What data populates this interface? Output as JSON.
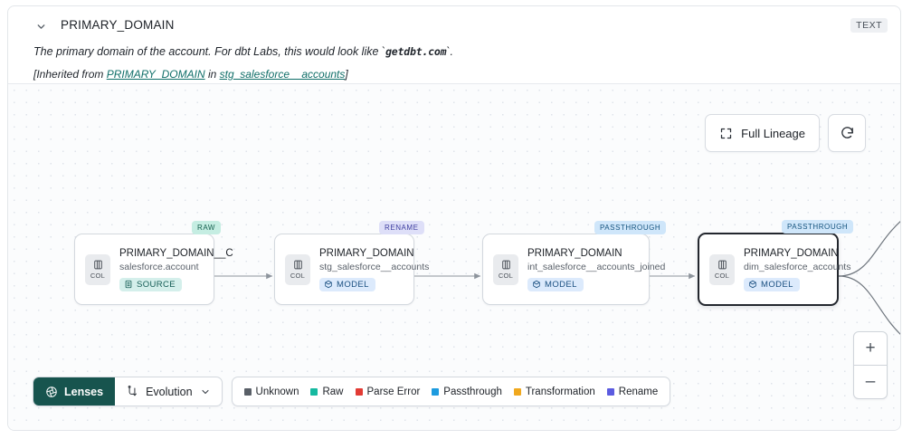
{
  "header": {
    "chevron_icon": "chevron-down-icon",
    "title": "PRIMARY_DOMAIN",
    "type_badge": "TEXT",
    "description_pre": "The primary domain of the account. For dbt Labs, this would look like `",
    "description_code": "getdbt.com",
    "description_post": "`.",
    "inherited_prefix": "[Inherited from ",
    "inherited_column_link": "PRIMARY_DOMAIN",
    "inherited_mid": " in ",
    "inherited_model_link": "stg_salesforce__accounts",
    "inherited_suffix": "]"
  },
  "toolbar": {
    "full_lineage_label": "Full Lineage",
    "full_lineage_icon": "expand-icon",
    "refresh_icon": "refresh-icon"
  },
  "zoom_controls": {
    "zoom_in_label": "+",
    "zoom_out_label": "–"
  },
  "graph": {
    "col_label": "COL",
    "nodes": [
      {
        "name": "PRIMARY_DOMAIN__C",
        "table": "salesforce.account",
        "kind_badge": "SOURCE",
        "kind_icon": "database-icon",
        "tag": "RAW",
        "selected": false
      },
      {
        "name": "PRIMARY_DOMAIN",
        "table": "stg_salesforce__accounts",
        "kind_badge": "MODEL",
        "kind_icon": "cube-icon",
        "tag": "RENAME",
        "selected": false
      },
      {
        "name": "PRIMARY_DOMAIN",
        "table": "int_salesforce__accounts_joined",
        "kind_badge": "MODEL",
        "kind_icon": "cube-icon",
        "tag": "PASSTHROUGH",
        "selected": false
      },
      {
        "name": "PRIMARY_DOMAIN",
        "table": "dim_salesforce_accounts",
        "kind_badge": "MODEL",
        "kind_icon": "cube-icon",
        "tag": "PASSTHROUGH",
        "selected": true
      }
    ]
  },
  "controls": {
    "lenses_label": "Lenses",
    "lenses_icon": "aperture-icon",
    "evolution_label": "Evolution",
    "evolution_icon": "flow-branch-icon",
    "evolution_chevron_icon": "chevron-down-icon"
  },
  "legend": {
    "items": [
      {
        "label": "Unknown",
        "color": "#595f67"
      },
      {
        "label": "Raw",
        "color": "#15b9a0"
      },
      {
        "label": "Parse Error",
        "color": "#e23b34"
      },
      {
        "label": "Passthrough",
        "color": "#1d9bdf"
      },
      {
        "label": "Transformation",
        "color": "#f0a81e"
      },
      {
        "label": "Rename",
        "color": "#5b5be0"
      }
    ]
  }
}
